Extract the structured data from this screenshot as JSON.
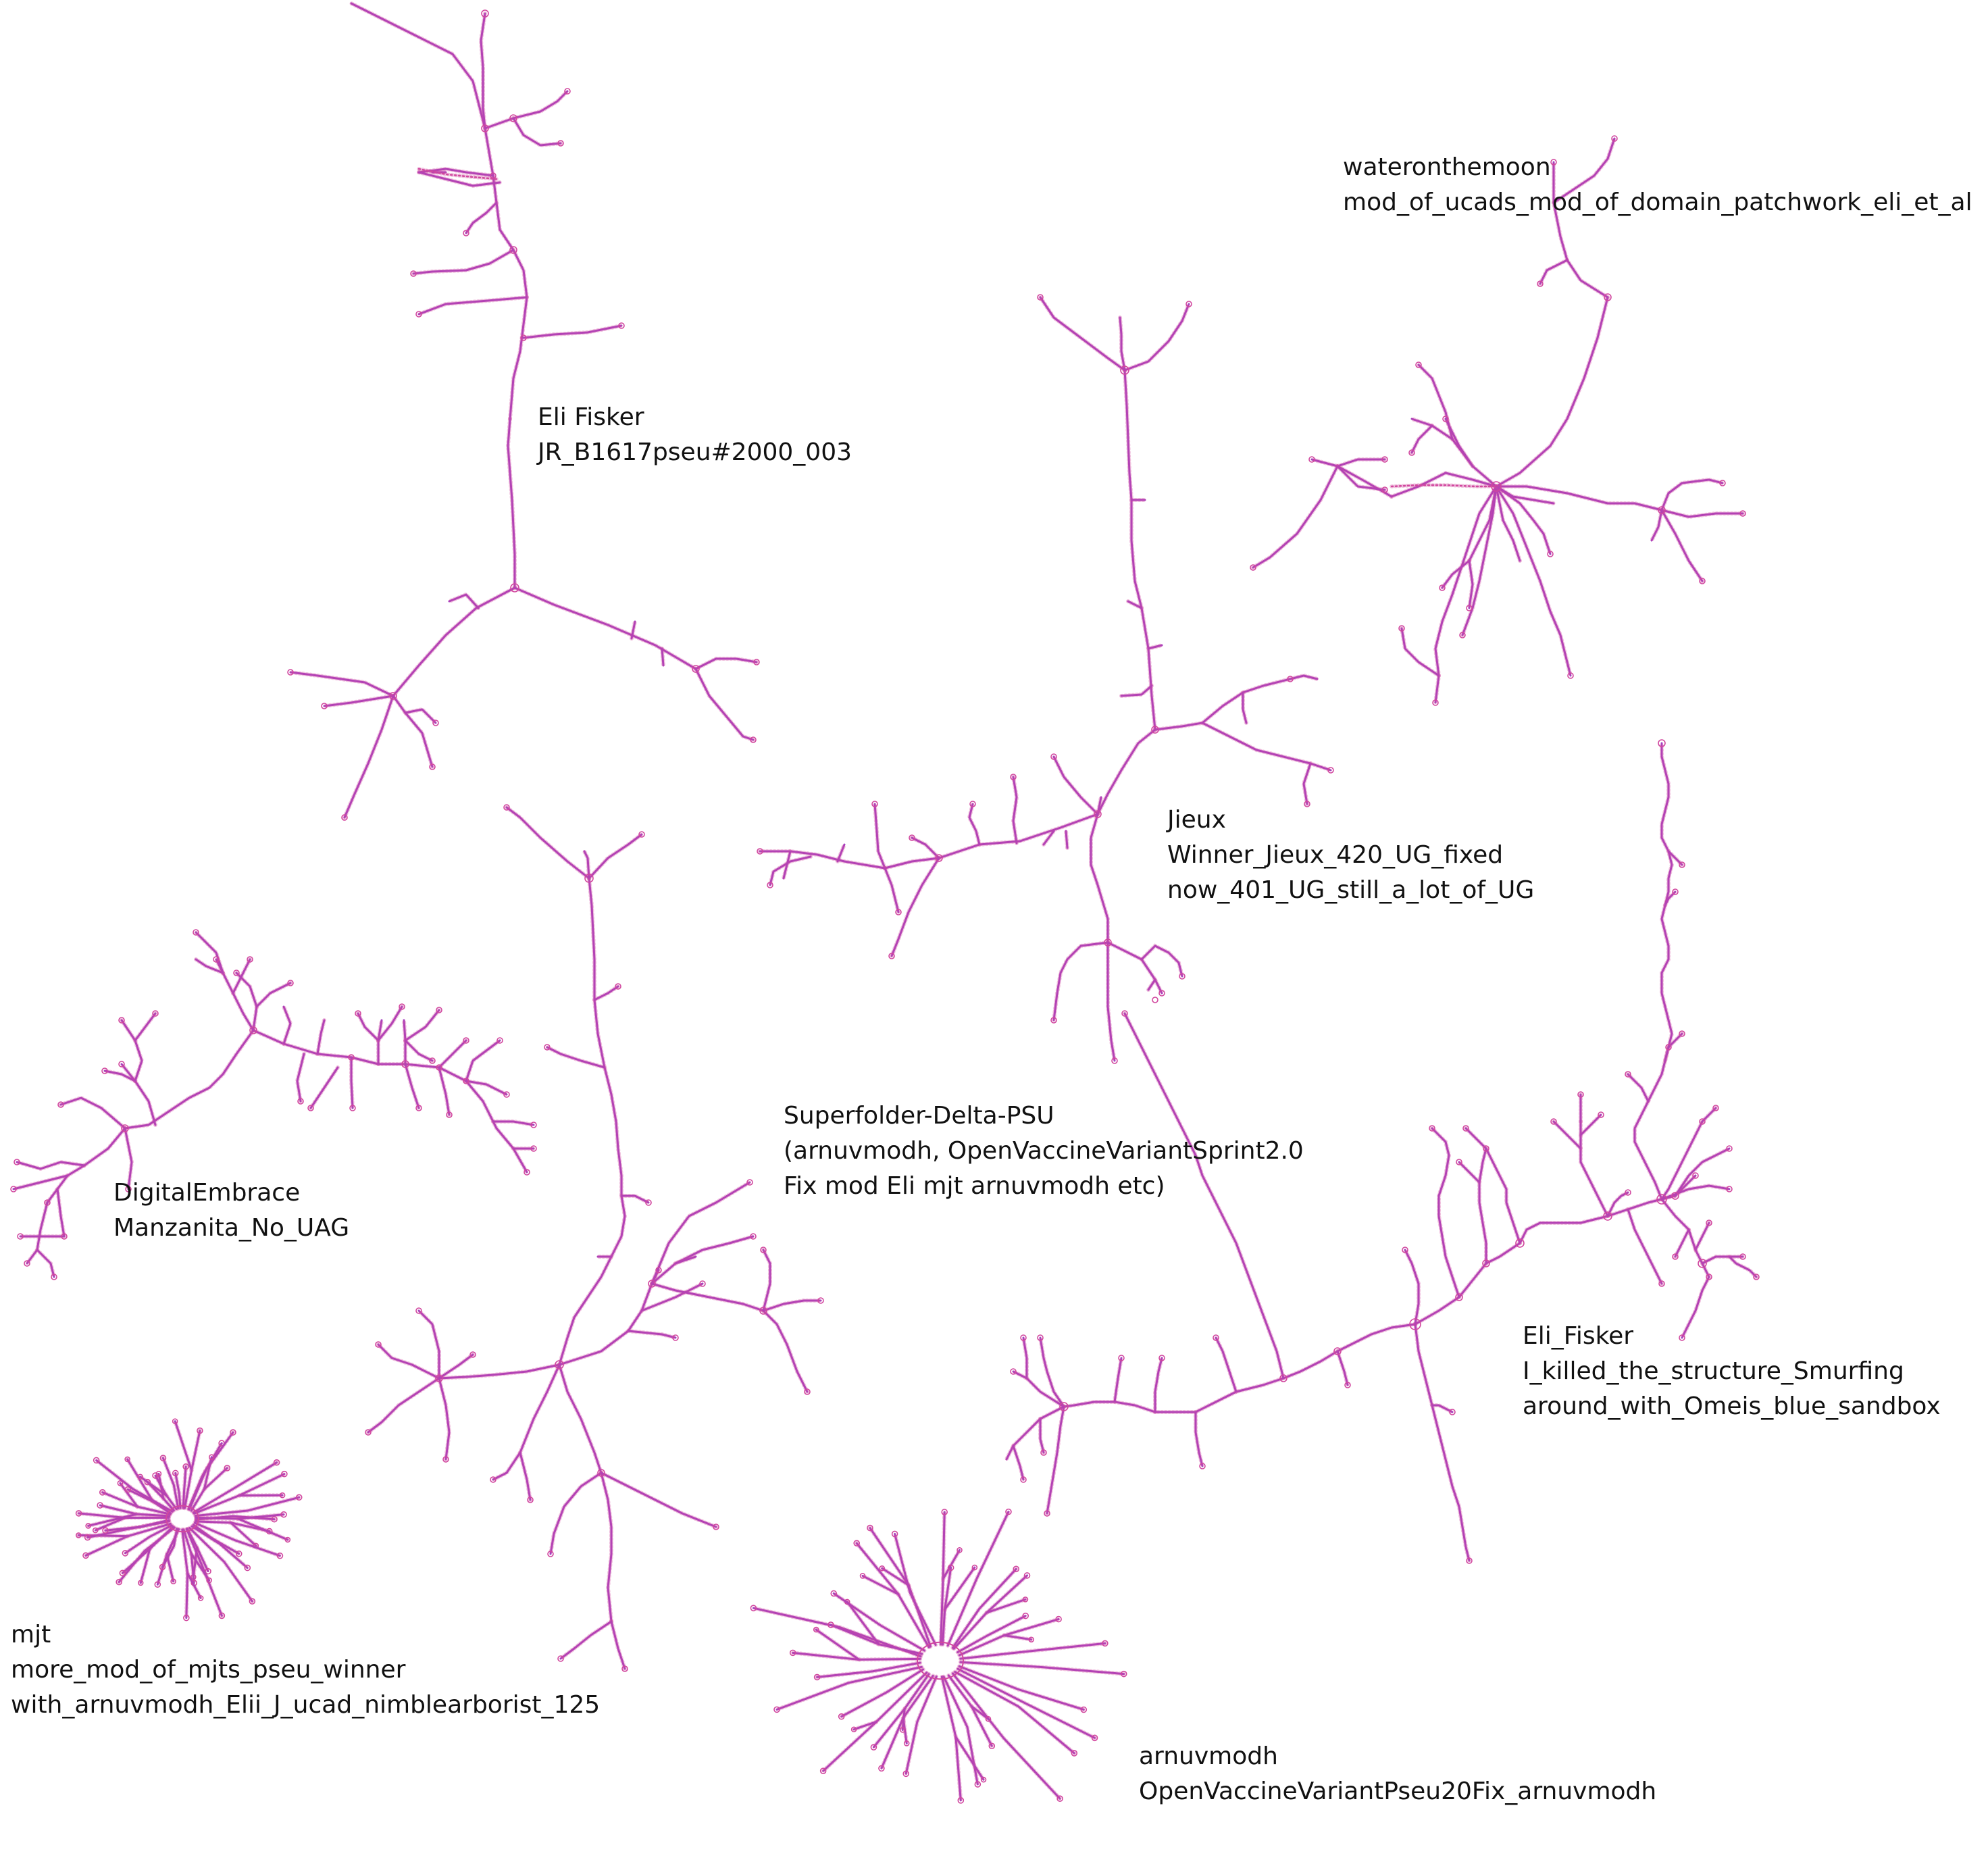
{
  "colors": {
    "stem": "#a43fc1",
    "loop": "#d1479e",
    "text": "#111111",
    "background": "#ffffff"
  },
  "structures": [
    {
      "id": "eli-fisker-jr",
      "designer": "Eli Fisker",
      "design": "JR_B1617pseu#2000_003",
      "extra": ""
    },
    {
      "id": "wateronthemoon",
      "designer": "wateronthemoon",
      "design": "mod_of_ucads_mod_of_domain_patchwork_eli_et_al",
      "extra": ""
    },
    {
      "id": "jieux",
      "designer": "Jieux",
      "design": "Winner_Jieux_420_UG_fixed",
      "extra": "now_401_UG_still_a_lot_of_UG"
    },
    {
      "id": "digitalembrace",
      "designer": "DigitalEmbrace",
      "design": "Manzanita_No_UAG",
      "extra": ""
    },
    {
      "id": "superfolder",
      "designer": "Superfolder-Delta-PSU",
      "design": "(arnuvmodh, OpenVaccineVariantSprint2.0",
      "extra": "Fix mod Eli mjt arnuvmodh etc)"
    },
    {
      "id": "eli-fisker-smurf",
      "designer": "Eli_Fisker",
      "design": "I_killed_the_structure_Smurfing",
      "extra": "around_with_Omeis_blue_sandbox"
    },
    {
      "id": "mjt",
      "designer": "mjt",
      "design": "more_mod_of_mjts_pseu_winner",
      "extra": "with_arnuvmodh_Elii_J_ucad_nimblearborist_125"
    },
    {
      "id": "arnuvmodh",
      "designer": "arnuvmodh",
      "design": "OpenVaccineVariantPseu20Fix_arnuvmodh",
      "extra": ""
    }
  ]
}
